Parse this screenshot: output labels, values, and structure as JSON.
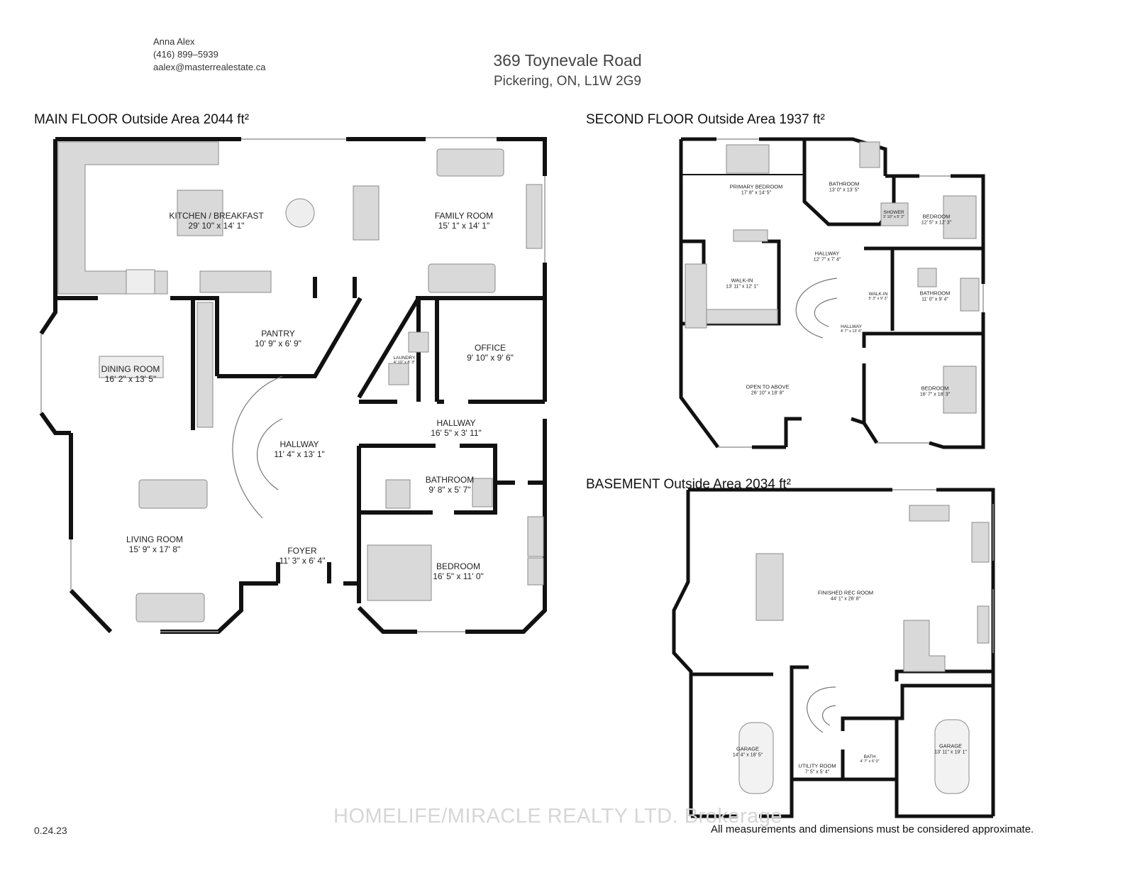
{
  "agent": {
    "name": "Anna Alex",
    "phone": "(416) 899–5939",
    "email": "aalex@masterrealestate.ca"
  },
  "property": {
    "street": "369 Toynevale Road",
    "city": "Pickering, ON, L1W 2G9"
  },
  "floors": {
    "main": {
      "heading": "MAIN FLOOR Outside Area 2044 ft²",
      "rooms": [
        {
          "name": "KITCHEN / BREAKFAST",
          "dims": "29' 10\" x 14' 1\""
        },
        {
          "name": "FAMILY ROOM",
          "dims": "15' 1\" x 14' 1\""
        },
        {
          "name": "PANTRY",
          "dims": "10' 9\" x 6' 9\""
        },
        {
          "name": "DINING ROOM",
          "dims": "16' 2\" x 13' 5\""
        },
        {
          "name": "LAUNDRY",
          "dims": "4' 10\" x 8' 3\""
        },
        {
          "name": "OFFICE",
          "dims": "9' 10\" x 9' 6\""
        },
        {
          "name": "HALLWAY",
          "dims": "16' 5\" x 3' 11\""
        },
        {
          "name": "HALLWAY",
          "dims": "11' 4\" x 13' 1\""
        },
        {
          "name": "BATHROOM",
          "dims": "9' 8\" x 5' 7\""
        },
        {
          "name": "LIVING ROOM",
          "dims": "15' 9\" x 17' 8\""
        },
        {
          "name": "FOYER",
          "dims": "11' 3\" x 6' 4\""
        },
        {
          "name": "BEDROOM",
          "dims": "16' 5\" x 11' 0\""
        }
      ]
    },
    "second": {
      "heading": "SECOND FLOOR Outside Area 1937 ft²",
      "rooms": [
        {
          "name": "PRIMARY BEDROOM",
          "dims": "17' 8\" x 14' 5\""
        },
        {
          "name": "BATHROOM",
          "dims": "13' 0\" x 13' 5\""
        },
        {
          "name": "SHOWER",
          "dims": "3' 10\" x 5' 2\""
        },
        {
          "name": "BEDROOM",
          "dims": "12' 5\" x 12' 3\""
        },
        {
          "name": "HALLWAY",
          "dims": "12' 7\" x 7' 4\""
        },
        {
          "name": "WALK-IN",
          "dims": "13' 11\" x 12' 1\""
        },
        {
          "name": "WALK-IN",
          "dims": "5' 3\" x 9' 3\""
        },
        {
          "name": "BATHROOM",
          "dims": "11' 0\" x 9' 4\""
        },
        {
          "name": "HALLWAY",
          "dims": "4' 7\" x 13' 6\""
        },
        {
          "name": "OPEN TO ABOVE",
          "dims": "26' 10\" x 18' 8\""
        },
        {
          "name": "BEDROOM",
          "dims": "16' 7\" x 18' 3\""
        }
      ]
    },
    "basement": {
      "heading": "BASEMENT Outside Area 2034 ft²",
      "rooms": [
        {
          "name": "FINISHED REC ROOM",
          "dims": "44' 1\" x 26' 8\""
        },
        {
          "name": "GARAGE",
          "dims": "14' 4\" x 18' 5\""
        },
        {
          "name": "UTILITY ROOM",
          "dims": "7' 5\" x 5' 4\""
        },
        {
          "name": "BATH",
          "dims": "4' 7\" x 6' 0\""
        },
        {
          "name": "GARAGE",
          "dims": "13' 11\" x 19' 1\""
        }
      ]
    }
  },
  "footer": {
    "date": "0.24.23",
    "disclaimer": "All measurements and dimensions must be considered approximate.",
    "watermark": "HOMELIFE/MIRACLE REALTY LTD. Brokerage"
  },
  "colors": {
    "wall": "#111111",
    "fixture": "#d9d9d9",
    "fixture_stroke": "#8a8a8a",
    "window": "#9a9a9a"
  }
}
